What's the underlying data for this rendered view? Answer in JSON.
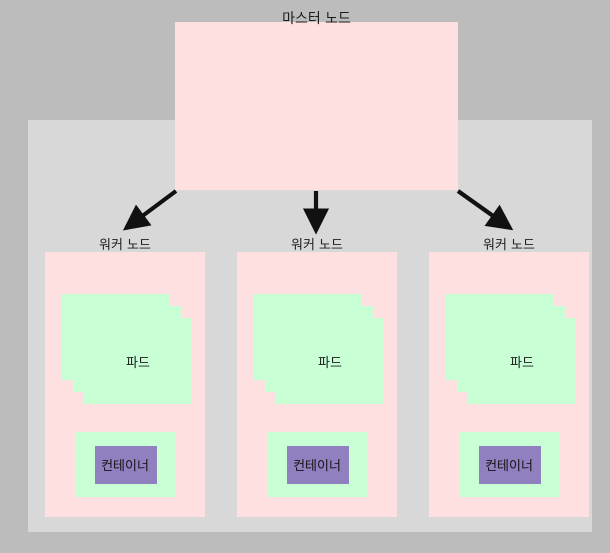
{
  "diagram": {
    "title_text": "마스터 노드",
    "background_color": "#bcbcbc",
    "cluster_panel_color": "#d8d8d8",
    "node_color": "#ffe0e0",
    "pod_color": "#c8ffd4",
    "container_color": "#9080c0",
    "arrow_color": "#111111"
  },
  "master": {
    "label": "마스터 노드"
  },
  "workers": [
    {
      "label": "워커 노드",
      "pod_label": "파드",
      "container_label": "컨테이너",
      "pod_sheet_count": 3
    },
    {
      "label": "워커 노드",
      "pod_label": "파드",
      "container_label": "컨테이너",
      "pod_sheet_count": 3
    },
    {
      "label": "워커 노드",
      "pod_label": "파드",
      "container_label": "컨테이너",
      "pod_sheet_count": 3
    }
  ],
  "arrows": [
    {
      "name": "master-to-worker-1",
      "direction": "down-left"
    },
    {
      "name": "master-to-worker-2",
      "direction": "down"
    },
    {
      "name": "master-to-worker-3",
      "direction": "down-right"
    }
  ]
}
